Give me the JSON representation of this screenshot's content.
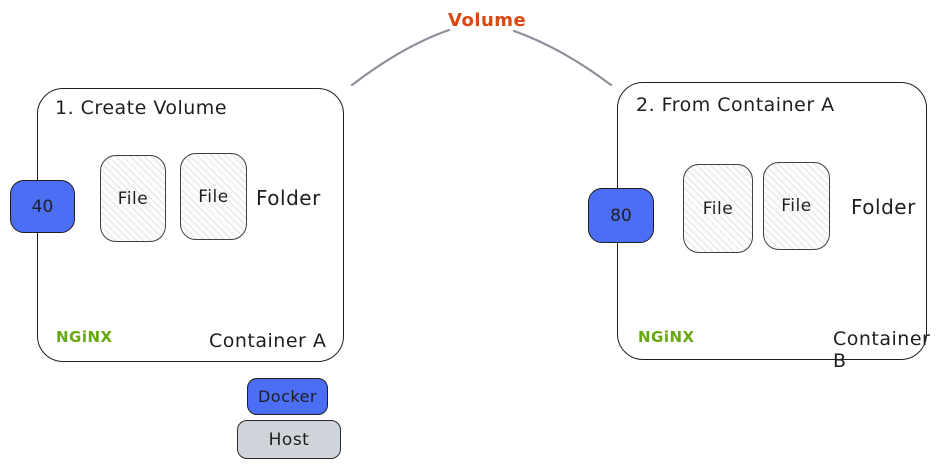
{
  "diagram": {
    "volume_label": "Volume",
    "docker_label": "Docker",
    "host_label": "Host",
    "containers": [
      {
        "title": "1. Create Volume",
        "port": "40",
        "files": [
          "File",
          "File"
        ],
        "folder": "Folder",
        "app": "NGiNX",
        "name": "Container A"
      },
      {
        "title": "2. From Container A",
        "port": "80",
        "files": [
          "File",
          "File"
        ],
        "folder": "Folder",
        "app": "NGiNX",
        "name": "Container B"
      }
    ],
    "colors": {
      "port_fill": "#4c6ef5",
      "docker_fill": "#4c6ef5",
      "host_fill": "#ced4da",
      "file_fill_hatch": "#f1f3f5",
      "nginx_green": "#66a80f",
      "volume_orange": "#d9480f",
      "shape_stroke": "#1e1e1e",
      "connector_gray": "#8a8f98"
    }
  }
}
